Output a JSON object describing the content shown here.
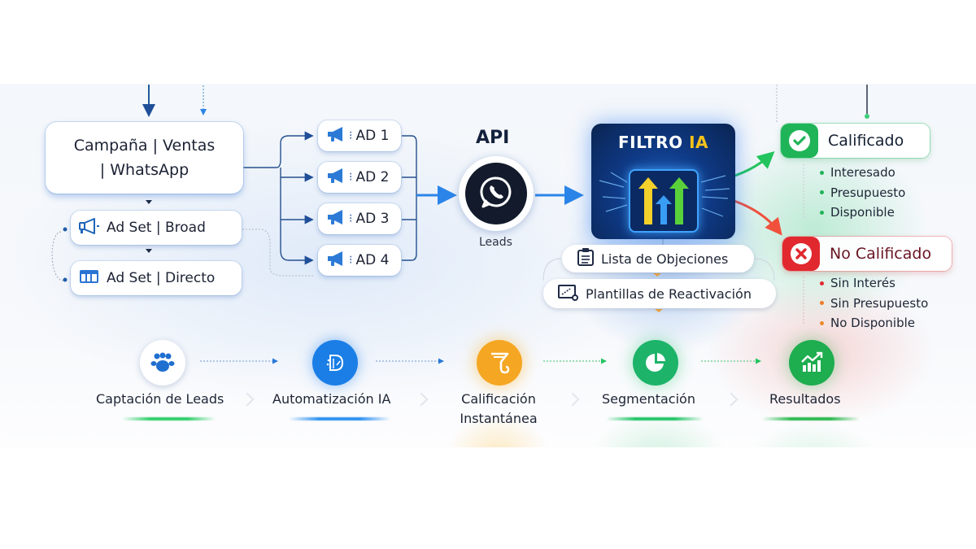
{
  "diagram": {
    "campaign": {
      "line1": "Campaña | Ventas",
      "line2": "| WhatsApp"
    },
    "ad_sets": [
      {
        "label": "Ad Set | Broad",
        "icon": "megaphone-icon"
      },
      {
        "label": "Ad Set | Directo",
        "icon": "browser-window-icon"
      }
    ],
    "ads": [
      {
        "label": "AD 1",
        "icon": "megaphone-icon"
      },
      {
        "label": "AD 2",
        "icon": "megaphone-icon"
      },
      {
        "label": "AD 3",
        "icon": "megaphone-icon"
      },
      {
        "label": "AD 4",
        "icon": "megaphone-icon"
      }
    ],
    "api": {
      "title": "API",
      "caption": "Leads",
      "icon": "whatsapp-icon"
    },
    "filter": {
      "title_main": "FILTRO",
      "title_accent": "IA",
      "icon": "arrows-up-icon"
    },
    "resources": [
      {
        "label": "Lista de Objeciones",
        "icon": "clipboard-icon"
      },
      {
        "label": "Plantillas de Reactivación",
        "icon": "template-icon"
      }
    ],
    "outcomes": {
      "qualified": {
        "label": "Calificado",
        "icon": "check-icon",
        "color": "#1fb457",
        "items": [
          "Interesado",
          "Presupuesto",
          "Disponible"
        ]
      },
      "not_qualified": {
        "label": "No Calificado",
        "icon": "x-icon",
        "color": "#e0282e",
        "items": [
          "Sin Interés",
          "Sin Presupuesto",
          "No Disponible"
        ]
      }
    },
    "pipeline": [
      {
        "label": "Captación de Leads",
        "icon": "people-icon",
        "color": "#1f6fd1",
        "accent": "#2fcf6a"
      },
      {
        "label": "Automatización IA",
        "icon": "ai-brain-icon",
        "color": "#1a7ee6",
        "accent": "#2a8ff0"
      },
      {
        "label_line1": "Calificación",
        "label_line2": "Instantánea",
        "icon": "funnel-icon",
        "color": "#f5a623",
        "accent": "#f5a623"
      },
      {
        "label": "Segmentación",
        "icon": "pie-chart-icon",
        "color": "#1db46a",
        "accent": "#22c466"
      },
      {
        "label": "Resultados",
        "icon": "growth-chart-icon",
        "color": "#1ead4f",
        "accent": "#2cb94f"
      }
    ]
  }
}
